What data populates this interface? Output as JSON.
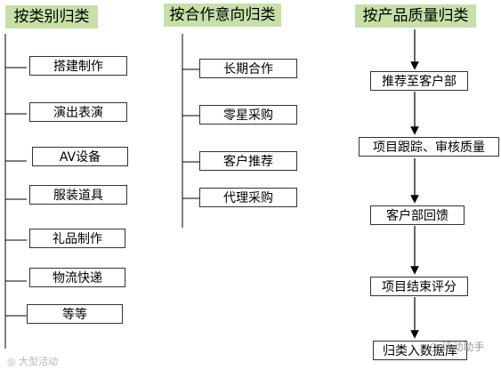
{
  "columns": [
    {
      "header": "按类别归类",
      "items": [
        "搭建制作",
        "演出表演",
        "AV设备",
        "服装道具",
        "礼品制作",
        "物流快递",
        "等等"
      ]
    },
    {
      "header": "按合作意向归类",
      "items": [
        "长期合作",
        "零星采购",
        "客户推荐",
        "代理采购"
      ]
    },
    {
      "header": "按产品质量归类",
      "steps": [
        "推荐至客户部",
        "项目跟踪、审核质量",
        "客户部回馈",
        "项目结束评分",
        "归类入数据库"
      ]
    }
  ],
  "watermarks": {
    "left": "大型活动",
    "right": "活动助手"
  },
  "colors": {
    "header_bg": "#c6e0a8",
    "line": "#000000",
    "box_border": "#333333"
  }
}
